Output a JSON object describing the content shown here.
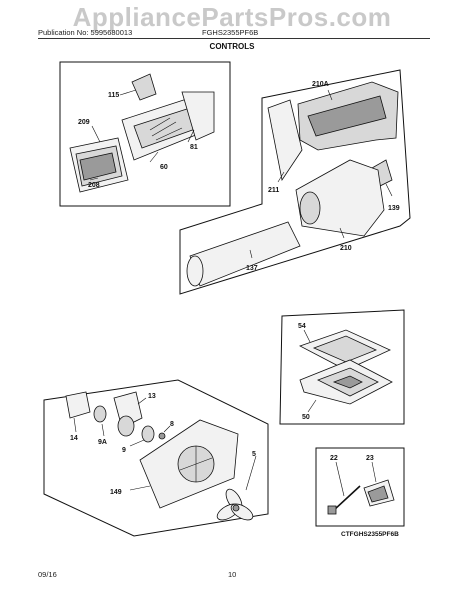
{
  "watermark": "AppliancePartsPros.com",
  "header": {
    "publication": "Publication No: 5995680013",
    "model": "FGHS2355PF6B",
    "section_title": "CONTROLS"
  },
  "callouts": {
    "c115": "115",
    "c209": "209",
    "c208": "208",
    "c60": "60",
    "c81": "81",
    "c210A": "210A",
    "c211": "211",
    "c139": "139",
    "c210": "210",
    "c137": "137",
    "c54": "54",
    "c50": "50",
    "c13": "13",
    "c14": "14",
    "c9A": "9A",
    "c8": "8",
    "c9": "9",
    "c5": "5",
    "c149": "149",
    "c22": "22",
    "c23": "23"
  },
  "diagram_code": "CTFGHS2355PF6B",
  "footer": {
    "date": "09/16",
    "page": "10"
  }
}
